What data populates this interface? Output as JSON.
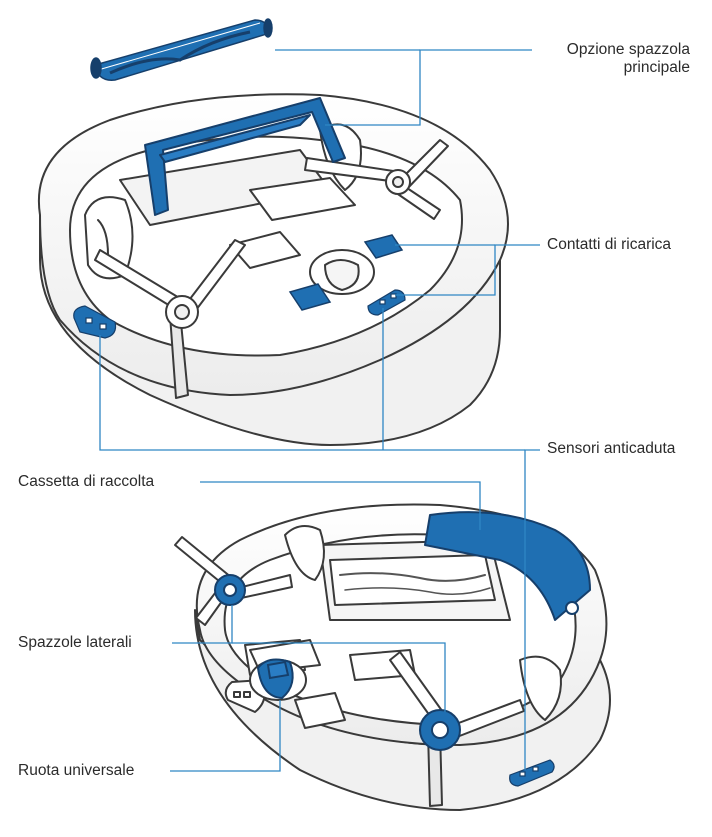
{
  "colors": {
    "accent": "#1f6fb2",
    "accent_dark": "#163f6b",
    "leader": "#2f86c4",
    "outline": "#3a3a3a",
    "body": "#ffffff",
    "shadow": "#e6e6e6"
  },
  "labels": {
    "main_brush_line1": "Opzione spazzola",
    "main_brush_line2": "principale",
    "charging_contacts": "Contatti di ricarica",
    "cliff_sensors": "Sensori anticaduta",
    "dustbin": "Cassetta di raccolta",
    "side_brushes": "Spazzole laterali",
    "universal_wheel": "Ruota universale"
  }
}
